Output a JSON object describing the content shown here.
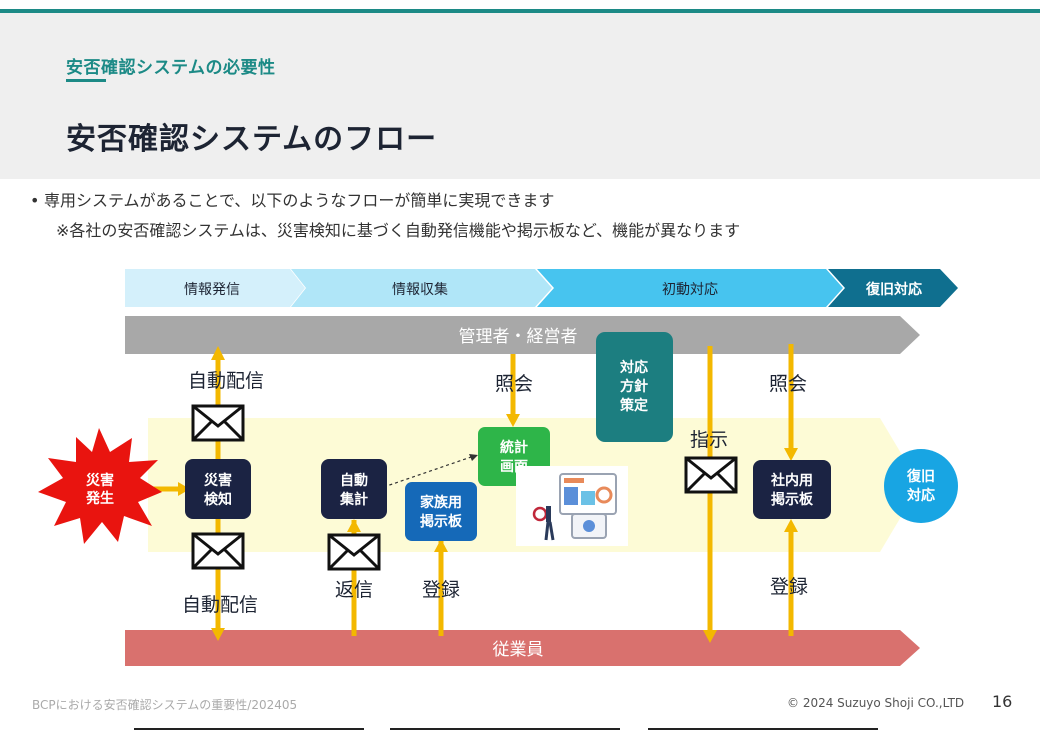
{
  "header": {
    "section": "安否確認システムの必要性",
    "title": "安否確認システムのフロー"
  },
  "body": {
    "bullet": "専用システムがあることで、以下のようなフローが簡単に実現できます",
    "note": "※各社の安否確認システムは、災害検知に基づく自動発信機能や掲示板など、機能が異なります"
  },
  "flow": {
    "phases": [
      "情報発信",
      "情報収集",
      "初動対応",
      "復旧対応"
    ],
    "lanes": {
      "top": "管理者・経営者",
      "bottom": "従業員"
    },
    "nodes": {
      "disaster": [
        "災害",
        "発生"
      ],
      "detect": [
        "災害",
        "検知"
      ],
      "aggregate": [
        "自動",
        "集計"
      ],
      "family_board": [
        "家族用",
        "掲示板"
      ],
      "stats": [
        "統計",
        "画面"
      ],
      "policy": [
        "対応",
        "方針",
        "策定"
      ],
      "internal_board": [
        "社内用",
        "掲示板"
      ],
      "recovery": [
        "復旧",
        "対応"
      ]
    },
    "labels": {
      "auto_send_top": "自動配信",
      "auto_send_bottom": "自動配信",
      "reply": "返信",
      "register_1": "登録",
      "inquiry_1": "照会",
      "instruction": "指示",
      "inquiry_2": "照会",
      "register_2": "登録"
    }
  },
  "footer": {
    "left": "BCPにおける安否確認システムの重要性/202405",
    "copyright": "© 2024 Suzuyo Shoji CO.,LTD",
    "page": "16"
  }
}
